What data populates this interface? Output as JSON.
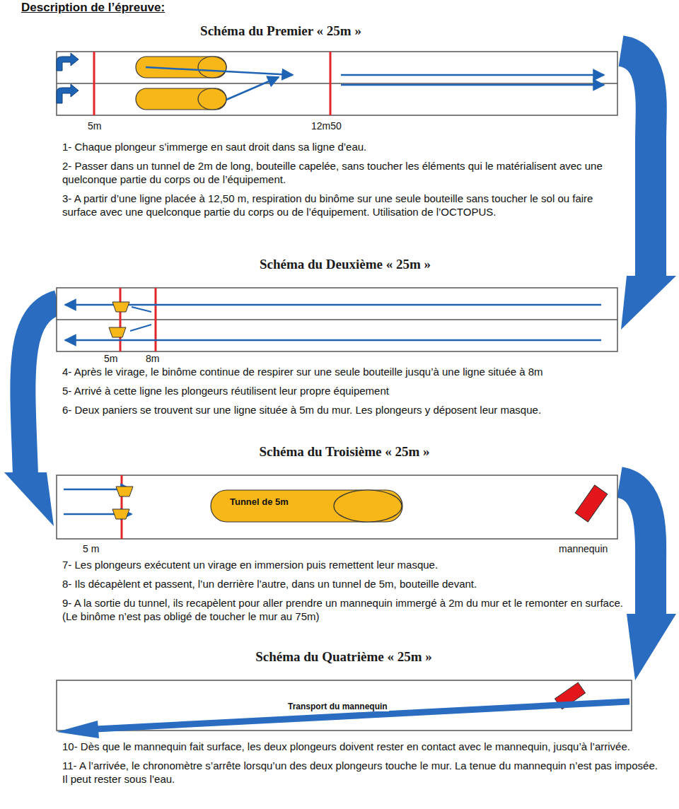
{
  "diagram": {
    "title": "Description de l’épreuve:",
    "nodes": [
      {
        "text": [
          "Tunnel de 5m"
        ]
      }
    ],
    "labels": [
      "Schéma du Premier « 25m »",
      "5m",
      "12m50",
      "1- Chaque plongeur s’immerge en saut droit dans sa ligne d’eau.",
      "2- Passer dans un tunnel de 2m de long, bouteille capelée, sans toucher les éléments qui le matérialisent avec une quelconque partie du corps ou de l’équipement.",
      "3- A partir d’une ligne placée à 12,50 m, respiration du binôme sur une seule bouteille sans toucher le sol ou faire surface avec une quelconque partie du corps ou de l’équipement. Utilisation de l’OCTOPUS.",
      "Schéma du Deuxième « 25m »",
      "5m",
      "8m",
      "4- Après le virage, le binôme continue de respirer sur une seule bouteille jusqu’à une ligne située à 8m",
      "5- Arrivé à cette ligne les plongeurs réutilisent leur propre équipement",
      "6- Deux paniers se trouvent sur une ligne située à 5m du mur. Les plongeurs y déposent leur masque.",
      "Schéma du Troisième « 25m »",
      "5 m",
      "mannequin",
      "7- Les plongeurs exécutent un virage en immersion puis remettent leur masque.",
      "8- Ils décapèlent et passent, l’un derrière l’autre, dans un tunnel de 5m, bouteille devant.",
      "9- A la sortie du tunnel, ils recapèlent pour aller prendre un mannequin immergé à 2m du mur et le remonter en surface. (Le binôme n’est pas obligé de toucher le mur au 75m)",
      "Schéma du Quatrième « 25m »",
      "Transport du mannequin",
      "10- Dès que le mannequin fait surface, les deux plongeurs doivent rester en contact avec le mannequin, jusqu’à l’arrivée.",
      "11- A l’arrivée, le chronomètre s’arrête lorsqu’un des deux plongeurs touche le mur. La tenue du mannequin n’est pas imposée. Il peut rester sous l’eau."
    ]
  }
}
